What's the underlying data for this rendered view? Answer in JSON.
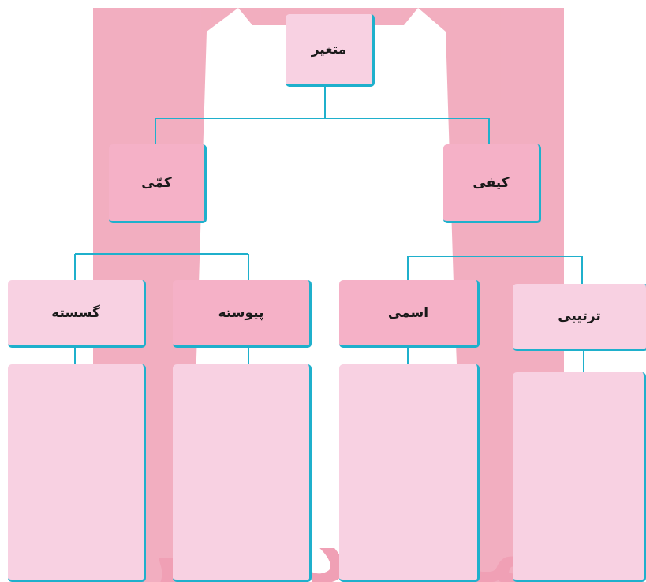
{
  "root": {
    "label": "متغیر"
  },
  "level1": {
    "quantitative": {
      "label": "کمّی"
    },
    "qualitative": {
      "label": "کیفی"
    }
  },
  "level2": {
    "discrete": {
      "label": "گسسته"
    },
    "continuous": {
      "label": "پیوسته"
    },
    "nominal": {
      "label": "اسمی"
    },
    "ordinal": {
      "label": "ترتیبی"
    }
  },
  "watermark": {
    "text": "مای.دارس"
  },
  "colors": {
    "line": "#1fb0cc",
    "box_light": "#f8d1e2",
    "box_dark": "#f5b1c7",
    "watermark": "#f0a0b5"
  }
}
